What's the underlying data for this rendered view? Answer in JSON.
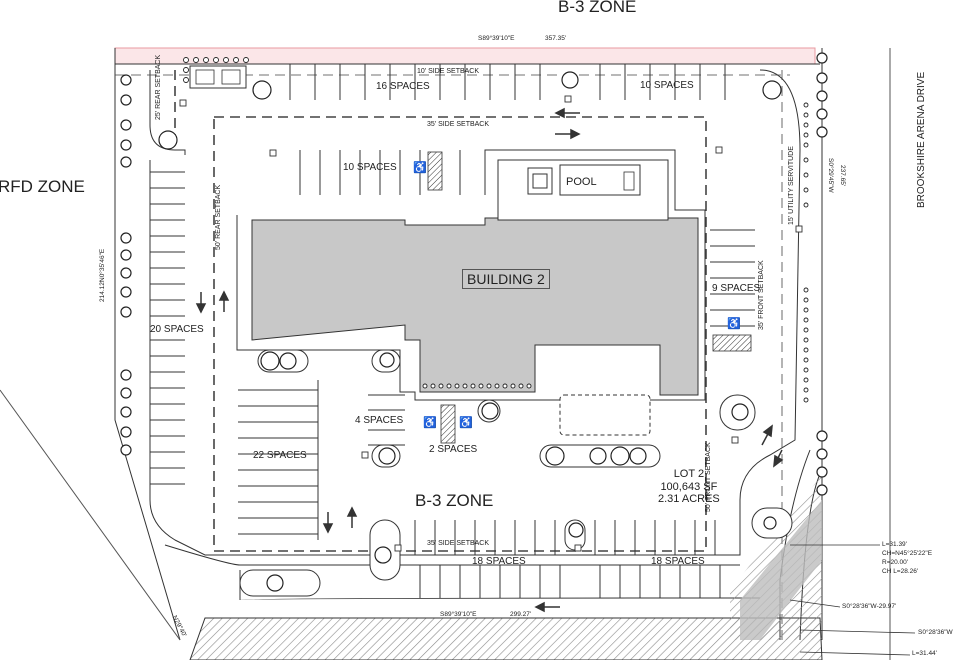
{
  "zones": {
    "top": "B-3 ZONE",
    "left": "RFD ZONE",
    "bottom": "B-3 ZONE",
    "road": "BROOKSHIRE ARENA DRIVE"
  },
  "building": {
    "label": "BUILDING 2"
  },
  "pool": {
    "label": "POOL"
  },
  "lot": {
    "name": "LOT 2",
    "area_sf": "100,643 SF",
    "acres": "2.31 ACRES"
  },
  "parking": {
    "top_left": "16 SPACES",
    "top_right": "10 SPACES",
    "inner_top": "10 SPACES",
    "right": "9 SPACES",
    "left": "20 SPACES",
    "center_left": "22 SPACES",
    "small_a": "4 SPACES",
    "small_b": "2 SPACES",
    "bottom_left": "18 SPACES",
    "bottom_right": "18 SPACES"
  },
  "setbacks": {
    "side_top": "10' SIDE SETBACK",
    "side_35_top": "35' SIDE SETBACK",
    "rear_25": "25' REAR SETBACK",
    "rear_50": "50' REAR SETBACK",
    "front_35": "35' FRONT SETBACK",
    "utility": "15' UTILITY SERVITUDE",
    "side_35_bottom": "35' SIDE SETBACK",
    "front_50": "50' FRONT SETBACK"
  },
  "survey": {
    "north_bearing": "S89°39'10\"E",
    "north_dist": "357.35'",
    "east_bearing": "S0°29'45\"W",
    "east_dist": "237.65'",
    "west_bearing": "N0°35'46\"E",
    "west_dist": "214.12'",
    "south_bearing": "S89°39'10\"E",
    "south_dist": "299.27'",
    "sw_bearing": "N29°40'",
    "curve_l": "L=31.39'",
    "curve_ch": "CH=N45°25'22\"E",
    "curve_r": "R=20.00'",
    "curve_chl": "CH L=28.26'",
    "se1": "S0°28'36\"W-29.97'",
    "se2": "S0°28'36\"W",
    "l_bottom": "L=31.44'"
  },
  "colors": {
    "building_fill": "#c8c8c8",
    "boundary": "#e89aa0",
    "setback": "#444444",
    "hatch": "#9a9a9a"
  }
}
